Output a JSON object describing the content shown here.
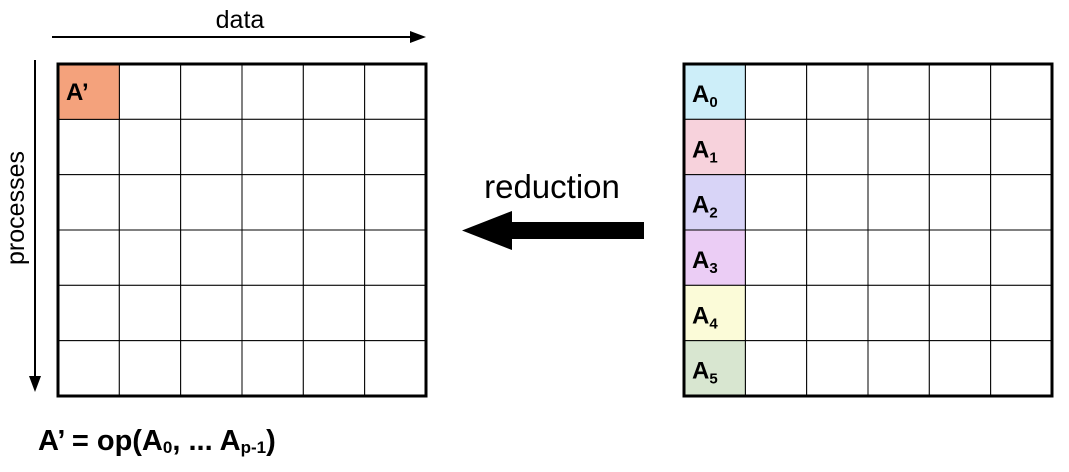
{
  "data_axis_label": "data",
  "processes_axis_label": "processes",
  "operation_label": "reduction",
  "result_grid": {
    "rows": 6,
    "cols": 6,
    "result_cell": {
      "label": "A’",
      "color": "#f4a27c"
    }
  },
  "source_grid": {
    "rows": 6,
    "cols": 6,
    "row_blocks": [
      {
        "base": "A",
        "sub": "0",
        "color": "#cdeef9"
      },
      {
        "base": "A",
        "sub": "1",
        "color": "#f7d2dc"
      },
      {
        "base": "A",
        "sub": "2",
        "color": "#d8d4f7"
      },
      {
        "base": "A",
        "sub": "3",
        "color": "#ebcdf5"
      },
      {
        "base": "A",
        "sub": "4",
        "color": "#fbfbd8"
      },
      {
        "base": "A",
        "sub": "5",
        "color": "#d8e6d0"
      }
    ]
  },
  "formula": {
    "lhs": "A’ = op(A",
    "sub0": "0",
    "middle": ", ... A",
    "sub_last": "p-1",
    "end": ")"
  }
}
